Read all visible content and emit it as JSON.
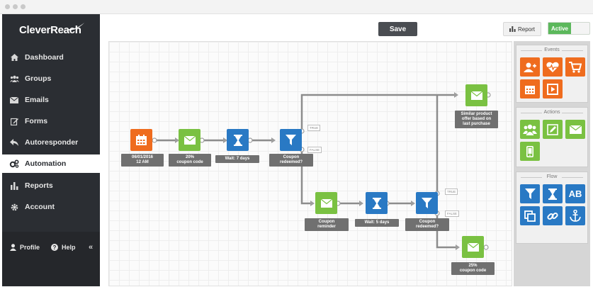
{
  "app": {
    "logo": "CleverReach"
  },
  "sidebar": {
    "items": [
      {
        "label": "Dashboard",
        "icon": "home-icon"
      },
      {
        "label": "Groups",
        "icon": "users-icon"
      },
      {
        "label": "Emails",
        "icon": "envelope-icon"
      },
      {
        "label": "Forms",
        "icon": "edit-icon"
      },
      {
        "label": "Autoresponder",
        "icon": "reply-icon"
      },
      {
        "label": "Automation",
        "icon": "cogs-icon",
        "active": true
      },
      {
        "label": "Reports",
        "icon": "bar-chart-icon"
      },
      {
        "label": "Account",
        "icon": "gear-icon"
      }
    ],
    "footer": {
      "profile": "Profile",
      "help": "Help",
      "collapse": "«"
    }
  },
  "toolbar": {
    "save_label": "Save",
    "report_label": "Report",
    "status_label": "Active"
  },
  "workflow": {
    "labels": {
      "date": "06/01/2016\n12 AM",
      "coupon1": "20%\ncoupon code",
      "wait1": "Wait: 7 days",
      "redeemed1": "Coupon\nredeemed?",
      "similar": "Similar product\noffer based on\nlast purchase",
      "reminder": "Coupon\nreminder",
      "wait2": "Wait: 5 days",
      "redeemed2": "Coupon\nredeemed?",
      "coupon2": "25%\ncoupon code"
    },
    "tags": {
      "true": "TRUE",
      "false": "FALSE"
    }
  },
  "palette": {
    "events_title": "Events",
    "actions_title": "Actions",
    "flow_title": "Flow",
    "flow_ab_label": "AB"
  },
  "colors": {
    "orange": "#ef6c1e",
    "green": "#7ac142",
    "blue": "#2979c4",
    "sidebar": "#2b2e33"
  }
}
